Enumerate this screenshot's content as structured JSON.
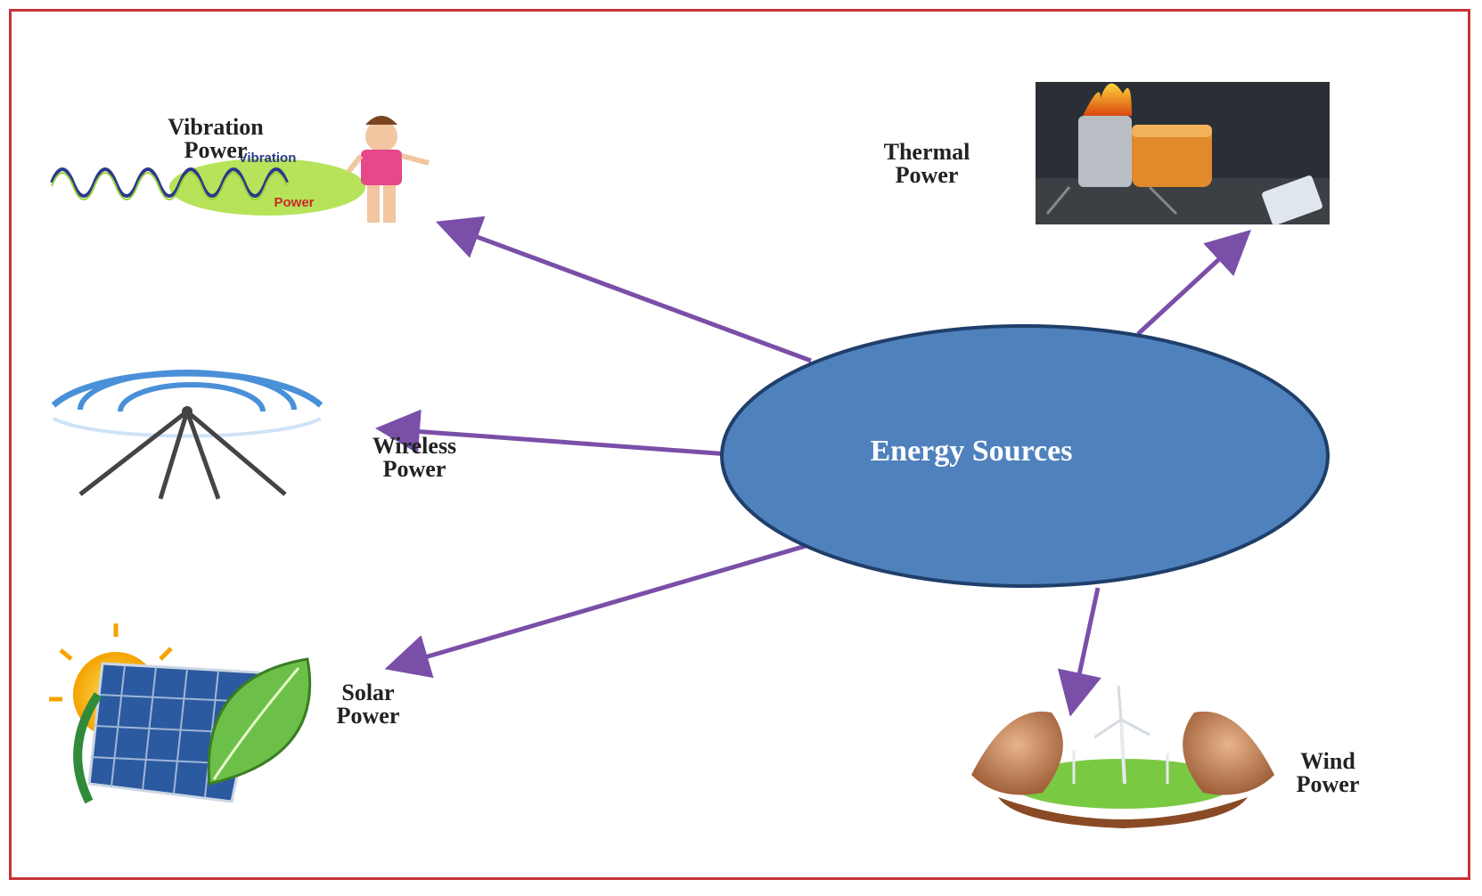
{
  "center": {
    "label": "Energy Sources"
  },
  "colors": {
    "frame": "#c8323a",
    "ellipse_fill": "#4f81bd",
    "ellipse_stroke": "#1f3f6a",
    "arrow": "#7a4fa8"
  },
  "sources": [
    {
      "id": "vibration",
      "line1": "Vibration",
      "line2": "Power",
      "icon": "vibration-icon",
      "icon_text_top": "Vibration",
      "icon_text_bottom": "Power"
    },
    {
      "id": "thermal",
      "line1": "Thermal",
      "line2": "Power",
      "icon": "thermal-stove-icon"
    },
    {
      "id": "wireless",
      "line1": "Wireless",
      "line2": "Power",
      "icon": "wireless-tower-icon"
    },
    {
      "id": "solar",
      "line1": "Solar",
      "line2": "Power",
      "icon": "solar-panel-icon"
    },
    {
      "id": "wind",
      "line1": "Wind",
      "line2": "Power",
      "icon": "wind-turbine-icon"
    }
  ]
}
